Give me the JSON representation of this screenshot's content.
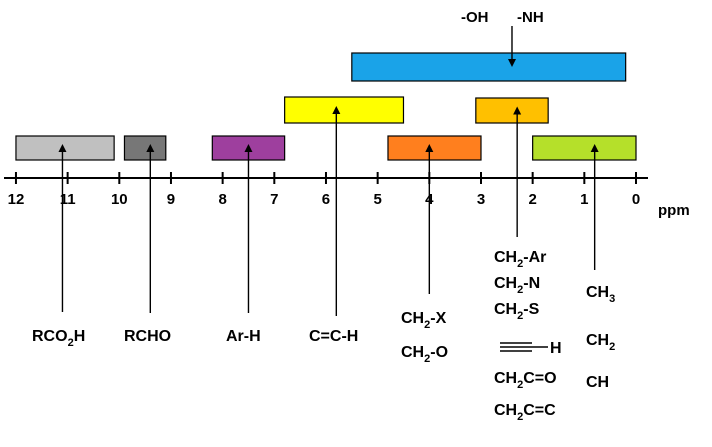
{
  "chart_data": {
    "type": "diagram",
    "axis_unit": "ppm",
    "axis_range": [
      12,
      0
    ],
    "ticks": [
      "12",
      "11",
      "10",
      "9",
      "8",
      "7",
      "6",
      "5",
      "4",
      "3",
      "2",
      "1",
      "0"
    ],
    "top_labels": {
      "oh": "-OH",
      "nh": "-NH"
    },
    "ranges": [
      {
        "id": "oh-nh",
        "from": 5.5,
        "to": 0.2,
        "color": "#1aa3e8",
        "marker": 2.4
      },
      {
        "id": "alkene",
        "from": 6.8,
        "to": 4.5,
        "color": "#ffff00",
        "marker": 5.8
      },
      {
        "id": "alpha",
        "from": 3.1,
        "to": 1.7,
        "color": "#ffc000",
        "marker": 2.3
      },
      {
        "id": "acid",
        "from": 12.0,
        "to": 10.1,
        "color": "#c0c0c0",
        "marker": 11.1
      },
      {
        "id": "aldehyde",
        "from": 9.9,
        "to": 9.1,
        "color": "#777777",
        "marker": 9.4
      },
      {
        "id": "aromatic",
        "from": 8.2,
        "to": 6.8,
        "color": "#9e3f9e",
        "marker": 7.5
      },
      {
        "id": "hetero",
        "from": 4.8,
        "to": 3.0,
        "color": "#ff7f1e",
        "marker": 4.0
      },
      {
        "id": "alkyl",
        "from": 2.0,
        "to": 0.0,
        "color": "#b5e02a",
        "marker": 0.8
      }
    ],
    "labels": {
      "acid": {
        "main": "RCO",
        "sub": "2",
        "end": "H"
      },
      "aldehyde": "RCHO",
      "aromatic": "Ar-H",
      "alkene": "C=C-H",
      "hetero": [
        {
          "main": "CH",
          "sub": "2",
          "end": "-X"
        },
        {
          "main": "CH",
          "sub": "2",
          "end": "-O"
        }
      ],
      "alpha": [
        {
          "main": "CH",
          "sub": "2",
          "end": "-Ar"
        },
        {
          "main": "CH",
          "sub": "2",
          "end": "-N"
        },
        {
          "main": "CH",
          "sub": "2",
          "end": "-S"
        }
      ],
      "alkyne_h": "H",
      "carbonyl_alpha": [
        {
          "main": "CH",
          "sub": "2",
          "end": "C=O"
        },
        {
          "main": "CH",
          "sub": "2",
          "end": "C=C"
        }
      ],
      "alkyl": [
        {
          "main": "CH",
          "sub": "3",
          "end": ""
        },
        {
          "main": "CH",
          "sub": "2",
          "end": ""
        },
        {
          "main": "CH",
          "sub": "",
          "end": ""
        }
      ]
    }
  }
}
